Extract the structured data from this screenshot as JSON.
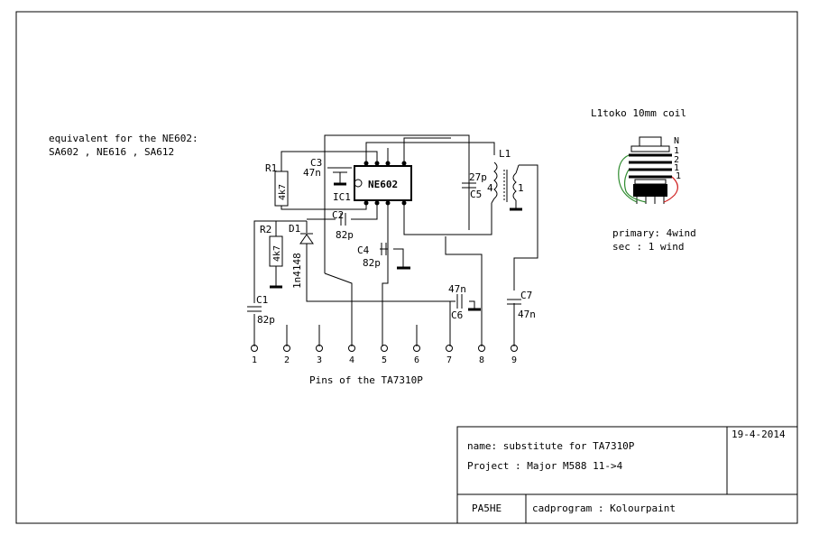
{
  "notes": {
    "equivalent_title": "equivalent for the NE602:",
    "equivalent_list": "SA602 , NE616 , SA612",
    "pins_caption": "Pins of the TA7310P",
    "coil_title": "L1toko 10mm coil",
    "coil_primary": "primary: 4wind",
    "coil_secondary": "sec : 1 wind"
  },
  "components": {
    "ic": {
      "ref": "IC1",
      "value": "NE602"
    },
    "r1": {
      "ref": "R1",
      "value": "4k7"
    },
    "r2": {
      "ref": "R2",
      "value": "4k7"
    },
    "d1": {
      "ref": "D1",
      "value": "1n4148"
    },
    "c1": {
      "ref": "C1",
      "value": "82p"
    },
    "c2": {
      "ref": "C2",
      "value": "82p"
    },
    "c3": {
      "ref": "C3",
      "value": "47n"
    },
    "c4": {
      "ref": "C4",
      "value": "82p"
    },
    "c5": {
      "ref": "C5",
      "value": "27p"
    },
    "c6": {
      "ref": "C6",
      "value": "47n"
    },
    "c7": {
      "ref": "C7",
      "value": "47n"
    },
    "l1": {
      "ref": "L1",
      "primary_pin": "4",
      "secondary_pin": "1"
    }
  },
  "coil_labels": [
    "N",
    "1",
    "2",
    "1",
    "1"
  ],
  "pins": [
    "1",
    "2",
    "3",
    "4",
    "5",
    "6",
    "7",
    "8",
    "9"
  ],
  "title_block": {
    "name": "name: substitute for TA7310P",
    "project": "Project : Major M588 11->4",
    "date": "19-4-2014",
    "author": "PA5HE",
    "cad": "cadprogram : Kolourpaint"
  },
  "colors": {
    "coil_green": "#2e8b2e",
    "coil_red": "#d02020"
  }
}
